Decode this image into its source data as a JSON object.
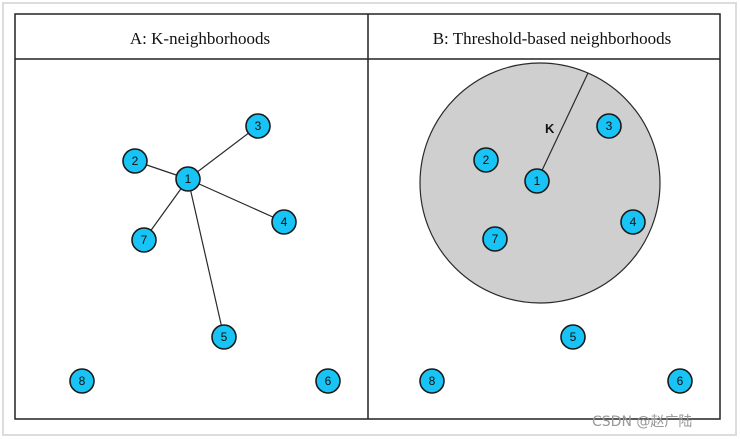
{
  "panels": {
    "a": {
      "title": "A: K-neighborhoods"
    },
    "b": {
      "title": "B: Threshold-based neighborhoods",
      "radius_label": "K"
    }
  },
  "nodes": [
    "1",
    "2",
    "3",
    "4",
    "5",
    "6",
    "7",
    "8"
  ],
  "edges_a": [
    [
      "1",
      "2"
    ],
    [
      "1",
      "3"
    ],
    [
      "1",
      "4"
    ],
    [
      "1",
      "5"
    ],
    [
      "1",
      "7"
    ]
  ],
  "watermark": "CSDN @赵广陆",
  "colors": {
    "node_fill": "#18c3f5",
    "node_stroke": "#1a1a1a",
    "threshold_fill": "#cfcfcf",
    "border": "#222222",
    "frame": "#dcdcdc"
  }
}
